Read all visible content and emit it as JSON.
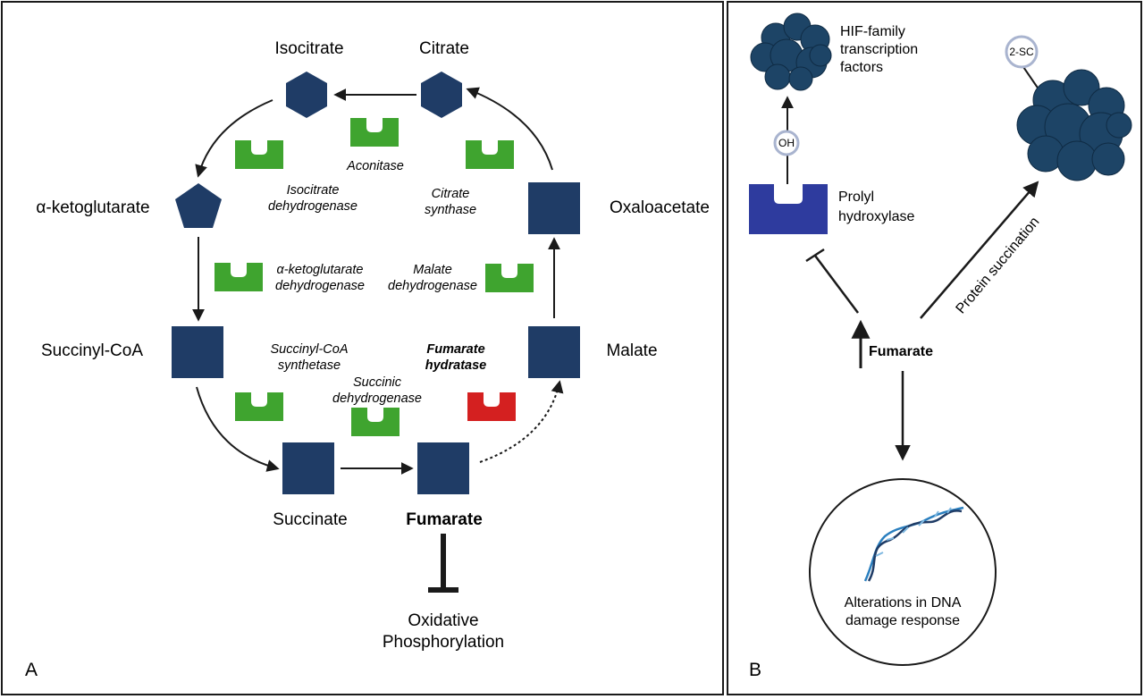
{
  "panel_a": {
    "letter": "A",
    "metabolites": {
      "isocitrate": "Isocitrate",
      "citrate": "Citrate",
      "akg": "α-ketoglutarate",
      "oxaloacetate": "Oxaloacetate",
      "succinyl_coa": "Succinyl-CoA",
      "malate": "Malate",
      "succinate": "Succinate",
      "fumarate": "Fumarate"
    },
    "enzymes": {
      "aconitase": "Aconitase",
      "idh_1": "Isocitrate",
      "idh_2": "dehydrogenase",
      "cs_1": "Citrate",
      "cs_2": "synthase",
      "akgdh_1": "α-ketoglutarate",
      "akgdh_2": "dehydrogenase",
      "mdh_1": "Malate",
      "mdh_2": "dehydrogenase",
      "scs_1": "Succinyl-CoA",
      "scs_2": "synthetase",
      "fh_1": "Fumarate",
      "fh_2": "hydratase",
      "sdh_1": "Succinic",
      "sdh_2": "dehydrogenase"
    },
    "oxphos_1": "Oxidative",
    "oxphos_2": "Phosphorylation"
  },
  "panel_b": {
    "letter": "B",
    "hif_1": "HIF-family",
    "hif_2": "transcription",
    "hif_3": "factors",
    "oh": "OH",
    "prolyl_1": "Prolyl",
    "prolyl_2": "hydroxylase",
    "two_sc": "2-SC",
    "protein_succination": "Protein succination",
    "fumarate": "Fumarate",
    "dna_1": "Alterations in DNA",
    "dna_2": "damage response"
  },
  "colors": {
    "navy": "#1f3c66",
    "enzyme_green": "#3fa42f",
    "enzyme_red": "#d42020",
    "prolyl_blue": "#2e3b9e",
    "protein_blob": "#1d4466",
    "dna_blue": "#2a7fbf"
  }
}
